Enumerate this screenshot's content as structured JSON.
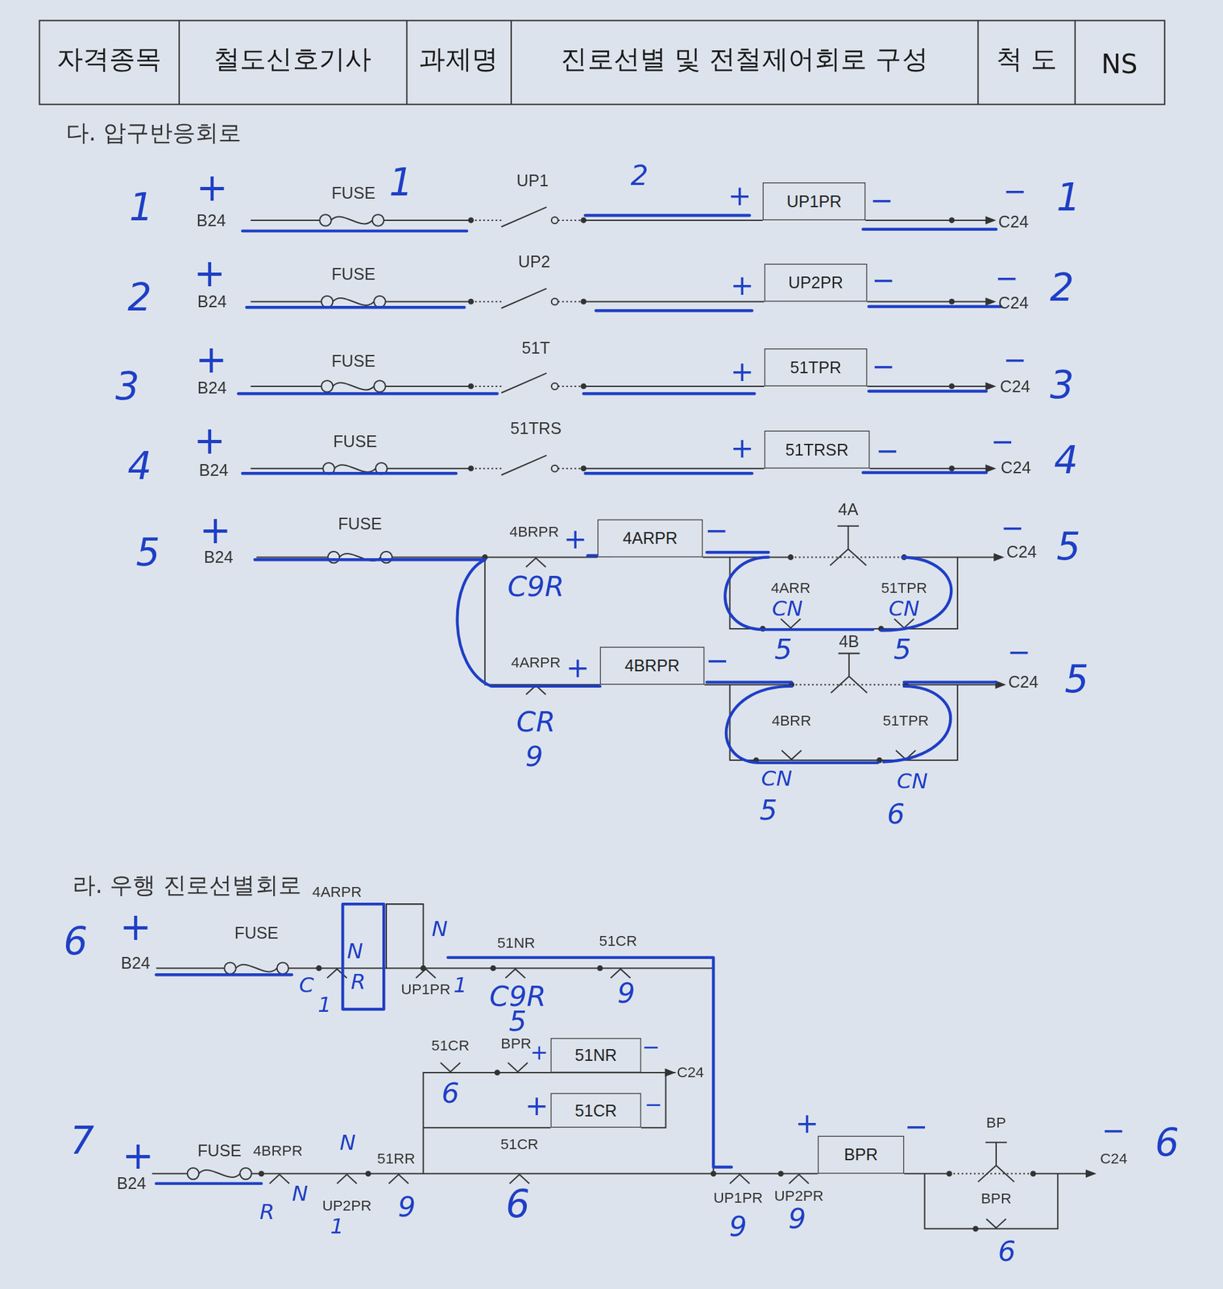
{
  "diagram": {
    "nodes": [
      {
        "text": [
          "UP1PR"
        ]
      },
      {
        "text": [
          "UP2PR"
        ]
      },
      {
        "text": [
          "51TPR"
        ]
      },
      {
        "text": [
          "51TRSR"
        ]
      },
      {
        "text": [
          "4ARPR"
        ]
      },
      {
        "text": [
          "4BRPR"
        ]
      },
      {
        "text": [
          "51NR"
        ]
      },
      {
        "text": [
          "51CR"
        ]
      },
      {
        "text": [
          "BPR"
        ]
      }
    ],
    "labels": [
      "자격종목",
      "철도신호기사",
      "과제명",
      "진로선별 및 전철제어회로 구성",
      "척 도",
      "NS",
      "다. 압구반응회로",
      "1",
      "+",
      "B24",
      "FUSE",
      "1",
      "UP1",
      "2",
      "+",
      "−",
      "C24",
      "−",
      "1",
      "2",
      "+",
      "B24",
      "FUSE",
      "UP2",
      "+",
      "−",
      "C24",
      "−",
      "2",
      "3",
      "+",
      "B24",
      "FUSE",
      "51T",
      "+",
      "−",
      "C24",
      "−",
      "3",
      "4",
      "+",
      "B24",
      "FUSE",
      "51TRS",
      "+",
      "−",
      "C24",
      "−",
      "4",
      "5",
      "+",
      "B24",
      "FUSE",
      "4BRPR",
      "C9R",
      "+",
      "−",
      "4A",
      "C24",
      "−",
      "5",
      "4ARR",
      "CN",
      "5",
      "51TPR",
      "CN",
      "5",
      "4ARPR",
      "CR",
      "9",
      "+",
      "−",
      "4B",
      "C24",
      "−",
      "5",
      "4BRR",
      "51TPR",
      "CN",
      "5",
      "CN",
      "6",
      "라. 우행 진로선별회로",
      "6",
      "+",
      "B24",
      "FUSE",
      "4ARPR",
      "C",
      "1",
      "N",
      "R",
      "N",
      "UP1PR",
      "1",
      "51NR",
      "C9R",
      "51CR",
      "9",
      "5",
      "51CR",
      "BPR",
      "+",
      "−",
      "C24",
      "6",
      "+",
      "−",
      "7",
      "+",
      "B24",
      "FUSE",
      "4BRPR",
      "N",
      "R",
      "N",
      "UP2PR",
      "1",
      "51RR",
      "9",
      "51CR",
      "6",
      "UP1PR",
      "9",
      "UP2PR",
      "9",
      "+",
      "−",
      "BP",
      "BPR",
      "6",
      "C24",
      "−",
      "6"
    ]
  }
}
